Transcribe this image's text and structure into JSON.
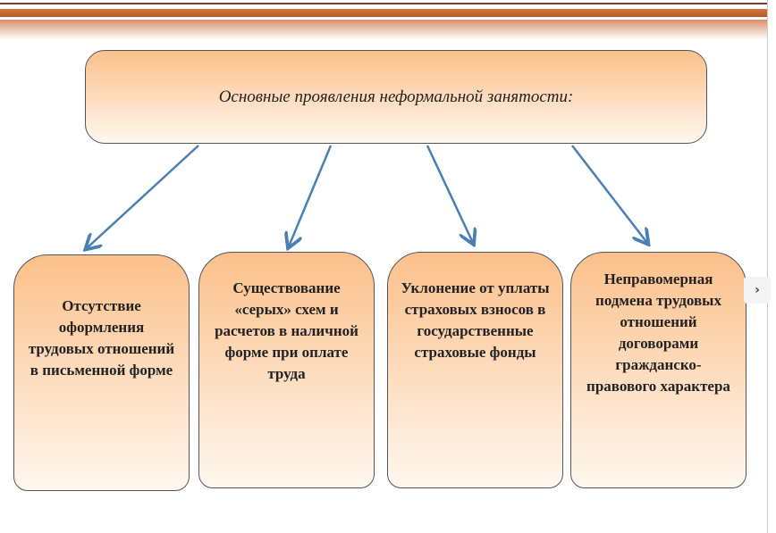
{
  "title": "Основные проявления неформальной занятости:",
  "items": [
    "Отсутствие оформления трудовых отношений в письменной форме",
    "Существование «серых» схем и расчетов в наличной форме при оплате труда",
    "Уклонение от уплаты страховых взносов в государственные страховые фонды",
    "Неправомерная подмена трудовых отношений договорами гражданско-правового характера"
  ],
  "colors": {
    "box_top": "#fbc08a",
    "arrow": "#4a7fb5",
    "stripe": "#c8682e"
  }
}
